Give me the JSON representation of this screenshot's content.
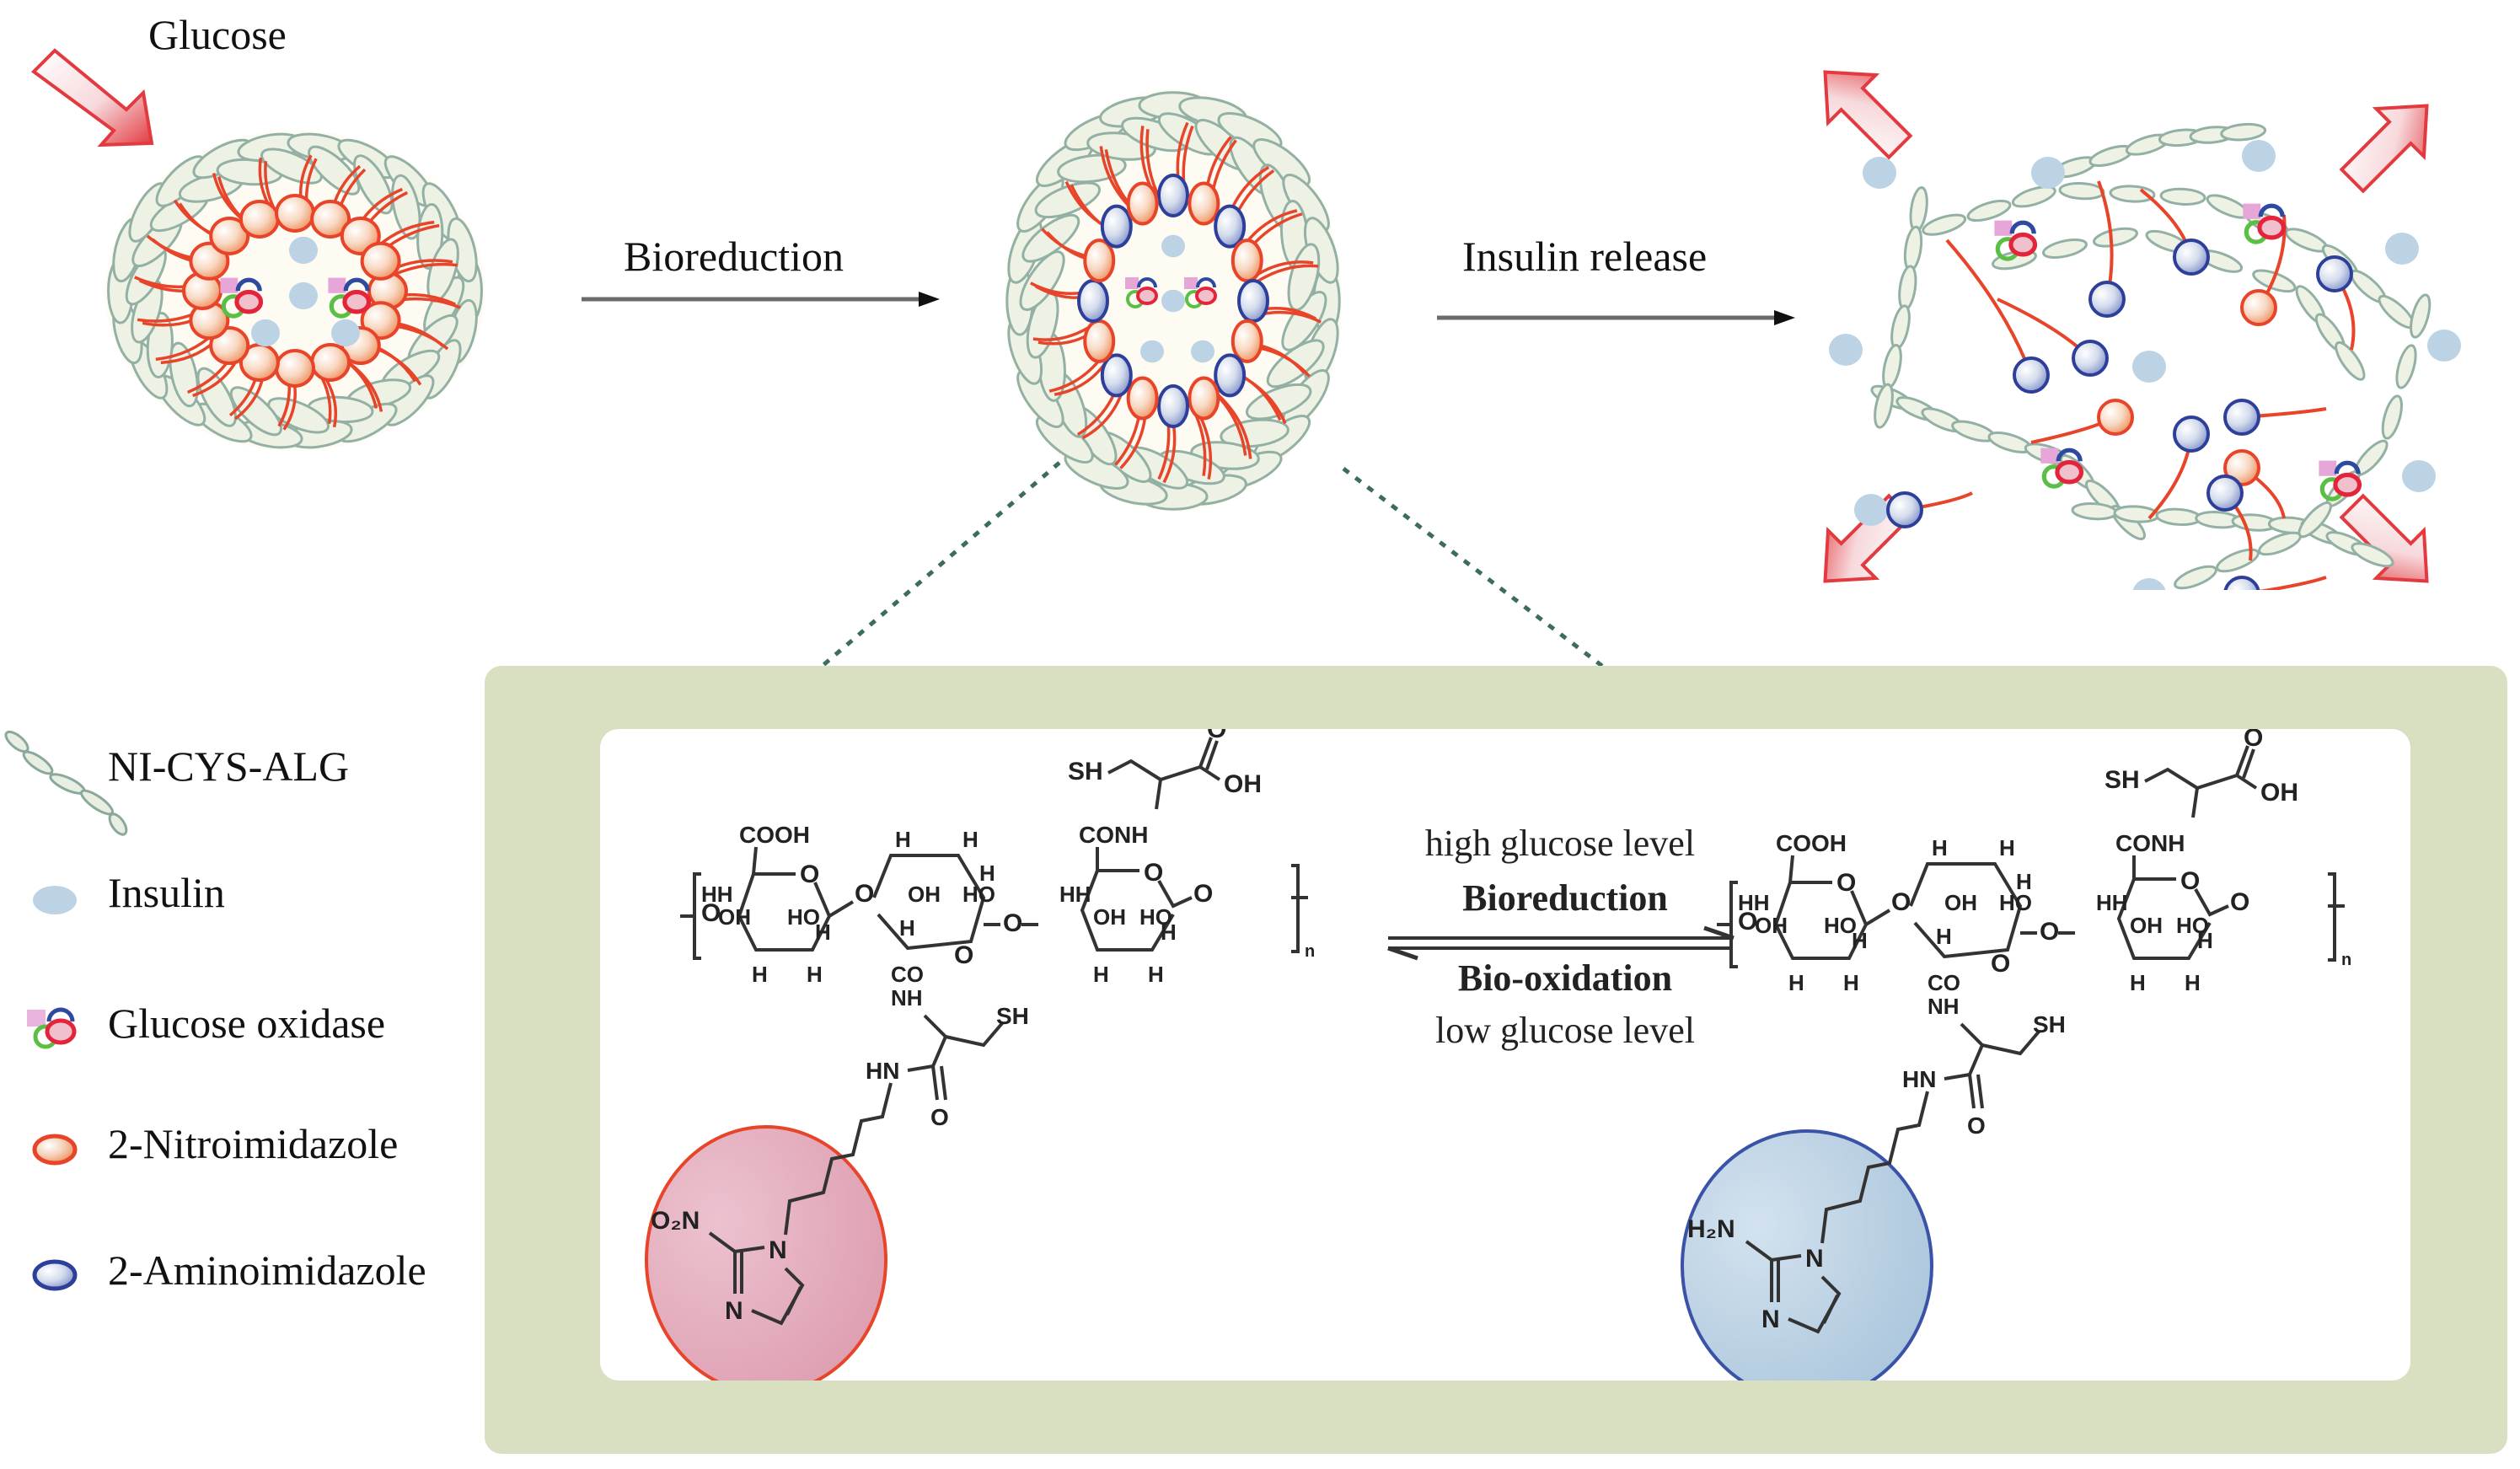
{
  "stages": {
    "input_label": "Glucose",
    "step1_label": "Bioreduction",
    "step2_label": "Insulin release"
  },
  "legend": {
    "items": [
      {
        "icon": "polymer-chain-icon",
        "label": "NI-CYS-ALG"
      },
      {
        "icon": "insulin-dot-icon",
        "label": "Insulin"
      },
      {
        "icon": "enzyme-cluster-icon",
        "label": "Glucose oxidase"
      },
      {
        "icon": "orange-bead-icon",
        "label": "2-Nitroimidazole"
      },
      {
        "icon": "blue-bead-icon",
        "label": "2-Aminoimidazole"
      }
    ]
  },
  "equilibrium": {
    "top_condition": "high glucose level",
    "forward_reaction": "Bioreduction",
    "reverse_reaction": "Bio-oxidation",
    "bottom_condition": "low glucose level"
  },
  "structure": {
    "cooh": "COOH",
    "conh": "CONH",
    "co": "CO",
    "nh": "NH",
    "sh": "SH",
    "oh": "OH",
    "ho": "HO",
    "h": "H",
    "o": "O",
    "hn": "HN",
    "n": "N",
    "subscript_n": "n",
    "left_group": "O₂N",
    "right_group": "H₂N"
  },
  "colors": {
    "panel_green": "#d9e0c2",
    "nitro_orange": "#e8442a",
    "amino_blue": "#2e3f9a",
    "insulin_blue": "#bcd3e6",
    "arrow_red": "#e8343a",
    "nitro_circle_fill": "#e3a9bb",
    "amino_circle_fill": "#bdd3e4",
    "dotted_line": "#3d6b62"
  }
}
